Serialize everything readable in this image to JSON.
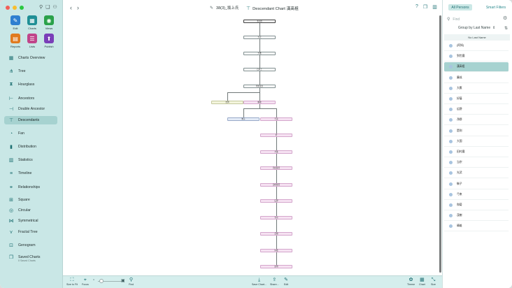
{
  "sidebar": {
    "tools": [
      {
        "label": "Edit",
        "icon": "edit-icon",
        "color": "#2f7fd0",
        "glyph": "✎"
      },
      {
        "label": "Charts",
        "icon": "charts-icon",
        "color": "#1f8f95",
        "glyph": "▦"
      },
      {
        "label": "Views",
        "icon": "views-icon",
        "color": "#2aa14a",
        "glyph": "◉"
      },
      {
        "label": "Reports",
        "icon": "reports-icon",
        "color": "#e07a1f",
        "glyph": "▤"
      },
      {
        "label": "Lists",
        "icon": "lists-icon",
        "color": "#c0458a",
        "glyph": "☰"
      },
      {
        "label": "Publish",
        "icon": "publish-icon",
        "color": "#7a3fb8",
        "glyph": "⬆"
      }
    ],
    "nav": [
      {
        "label": "Charts Overview",
        "icon": "charts-overview-icon",
        "glyph": "▦",
        "active": false
      },
      {
        "label": "Tree",
        "icon": "tree-icon",
        "glyph": "⋔",
        "active": false
      },
      {
        "label": "Hourglass",
        "icon": "hourglass-icon",
        "glyph": "⧗",
        "active": false
      },
      {
        "label": "Ancestors",
        "icon": "ancestors-icon",
        "glyph": "⊢",
        "active": false
      },
      {
        "label": "Double Ancestor",
        "icon": "double-ancestor-icon",
        "glyph": "⊣",
        "active": false
      },
      {
        "label": "Descendants",
        "icon": "descendants-icon",
        "glyph": "⊤",
        "active": true
      },
      {
        "label": "Fan",
        "icon": "fan-icon",
        "glyph": "◔",
        "active": false
      },
      {
        "label": "Distribution",
        "icon": "distribution-icon",
        "glyph": "▮",
        "active": false
      },
      {
        "label": "Statistics",
        "icon": "statistics-icon",
        "glyph": "▥",
        "active": false
      },
      {
        "label": "Timeline",
        "icon": "timeline-icon",
        "glyph": "≡",
        "active": false
      },
      {
        "label": "Relationships",
        "icon": "relationships-icon",
        "glyph": "⚭",
        "active": false
      },
      {
        "label": "Square",
        "icon": "square-icon",
        "glyph": "⊞",
        "active": false
      },
      {
        "label": "Circular",
        "icon": "circular-icon",
        "glyph": "◎",
        "active": false
      },
      {
        "label": "Symmetrical",
        "icon": "symmetrical-icon",
        "glyph": "⋈",
        "active": false
      },
      {
        "label": "Fractal Tree",
        "icon": "fractal-tree-icon",
        "glyph": "⋎",
        "active": false
      },
      {
        "label": "Genogram",
        "icon": "genogram-icon",
        "glyph": "⊡",
        "active": false
      },
      {
        "label": "Saved Charts",
        "icon": "saved-charts-icon",
        "glyph": "❐",
        "active": false
      }
    ],
    "saved_sub": "0 Saved Charts"
  },
  "titlebar": {
    "back": "‹",
    "forward": "›",
    "doc_title": "38(3)_坂上氏",
    "chart_title": "Descendant Chart 漢高祖"
  },
  "chart": {
    "nodes": [
      {
        "label": "漢高祖",
        "kind": "root"
      },
      {
        "label": "光武",
        "kind": "plain"
      },
      {
        "label": "大鷹",
        "kind": "plain"
      },
      {
        "label": "石秋王",
        "kind": "plain"
      },
      {
        "label": "阿知使主",
        "kind": "plain"
      },
      {
        "label": "志努",
        "kind": "yellow"
      },
      {
        "label": "爾波",
        "kind": "female"
      },
      {
        "label": "駒子",
        "kind": "male"
      },
      {
        "label": "弓束",
        "kind": "female"
      },
      {
        "label": "老",
        "kind": "female"
      },
      {
        "label": "犬養",
        "kind": "female"
      },
      {
        "label": "苅田麻呂",
        "kind": "female"
      },
      {
        "label": "田村麻呂",
        "kind": "female"
      },
      {
        "label": "広野",
        "kind": "female"
      },
      {
        "label": "当宗",
        "kind": "female"
      },
      {
        "label": "茂樹",
        "kind": "female"
      },
      {
        "label": "好蔭",
        "kind": "female"
      },
      {
        "label": "是則",
        "kind": "female"
      }
    ]
  },
  "bottombar": {
    "size_to_fit": "Size to Fit",
    "focus": "Focus",
    "find": "Find",
    "save_chart": "Save Chart...",
    "share": "Share...",
    "edit": "Edit",
    "theme": "Theme",
    "chart": "Chart",
    "size": "Size"
  },
  "rpanel": {
    "seg_all": "All Persons",
    "seg_smart": "Smart Filters",
    "search_placeholder": "Find",
    "group_by": "Group by Last Name",
    "list_header": "No Last Name",
    "persons": [
      {
        "name": "(阿知)",
        "active": false
      },
      {
        "name": "到世麿",
        "active": false
      },
      {
        "name": "漢高祖",
        "active": true
      },
      {
        "name": "廉成",
        "active": false
      },
      {
        "name": "大鷹",
        "active": false
      },
      {
        "name": "好蔭",
        "active": false
      },
      {
        "name": "広野",
        "active": false
      },
      {
        "name": "浄野",
        "active": false
      },
      {
        "name": "是則",
        "active": false
      },
      {
        "name": "大国",
        "active": false
      },
      {
        "name": "田村麿",
        "active": false
      },
      {
        "name": "当宗",
        "active": false
      },
      {
        "name": "光武",
        "active": false
      },
      {
        "name": "駒子",
        "active": false
      },
      {
        "name": "弓束",
        "active": false
      },
      {
        "name": "和菊",
        "active": false
      },
      {
        "name": "茂樹",
        "active": false
      },
      {
        "name": "晴雄",
        "active": false
      }
    ]
  }
}
